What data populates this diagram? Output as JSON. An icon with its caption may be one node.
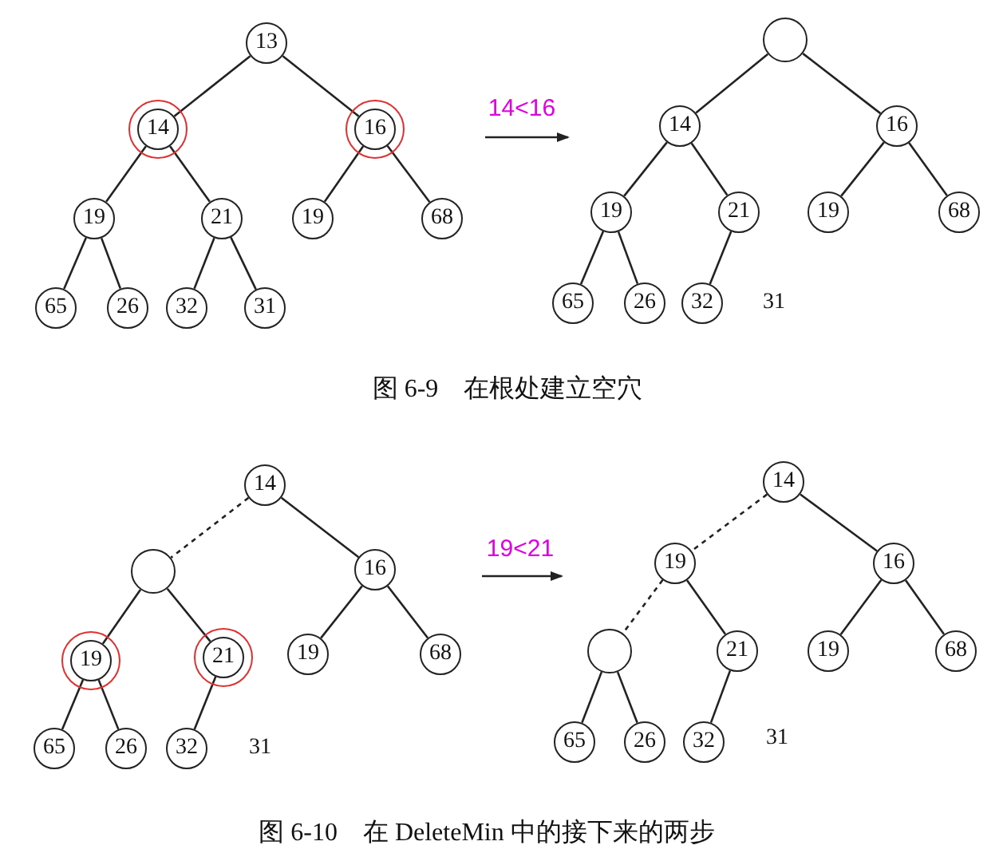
{
  "diagram": {
    "nodes": [
      {
        "text": [
          "13"
        ]
      },
      {
        "text": [
          "14"
        ]
      },
      {
        "text": [
          "16"
        ]
      },
      {
        "text": [
          "19"
        ]
      },
      {
        "text": [
          "21"
        ]
      },
      {
        "text": [
          "19"
        ]
      },
      {
        "text": [
          "68"
        ]
      },
      {
        "text": [
          "65"
        ]
      },
      {
        "text": [
          "26"
        ]
      },
      {
        "text": [
          "32"
        ]
      },
      {
        "text": [
          "31"
        ]
      },
      {
        "text": [],
        "shape": "circle"
      },
      {
        "text": [
          "14"
        ]
      },
      {
        "text": [
          "16"
        ]
      },
      {
        "text": [
          "19"
        ]
      },
      {
        "text": [
          "21"
        ]
      },
      {
        "text": [
          "19"
        ]
      },
      {
        "text": [
          "68"
        ]
      },
      {
        "text": [
          "65"
        ]
      },
      {
        "text": [
          "26"
        ]
      },
      {
        "text": [
          "32"
        ]
      },
      {
        "text": [
          "14"
        ]
      },
      {
        "text": [],
        "shape": "circle"
      },
      {
        "text": [
          "16"
        ]
      },
      {
        "text": [
          "19"
        ]
      },
      {
        "text": [
          "21"
        ]
      },
      {
        "text": [
          "19"
        ]
      },
      {
        "text": [
          "68"
        ]
      },
      {
        "text": [
          "65"
        ]
      },
      {
        "text": [
          "26"
        ]
      },
      {
        "text": [
          "32"
        ]
      },
      {
        "text": [
          "14"
        ]
      },
      {
        "text": [
          "19"
        ]
      },
      {
        "text": [
          "16"
        ]
      },
      {
        "text": [],
        "shape": "circle"
      },
      {
        "text": [
          "21"
        ]
      },
      {
        "text": [
          "19"
        ]
      },
      {
        "text": [
          "68"
        ]
      },
      {
        "text": [
          "65"
        ]
      },
      {
        "text": [
          "26"
        ]
      },
      {
        "text": [
          "32"
        ]
      }
    ],
    "edges": [
      {
        "from": 0,
        "to": 1,
        "arrow": "none"
      },
      {
        "from": 0,
        "to": 2,
        "arrow": "none"
      },
      {
        "from": 1,
        "to": 3,
        "arrow": "none"
      },
      {
        "from": 1,
        "to": 4,
        "arrow": "none"
      },
      {
        "from": 2,
        "to": 5,
        "arrow": "none"
      },
      {
        "from": 2,
        "to": 6,
        "arrow": "none"
      },
      {
        "from": 3,
        "to": 7,
        "arrow": "none"
      },
      {
        "from": 3,
        "to": 8,
        "arrow": "none"
      },
      {
        "from": 4,
        "to": 9,
        "arrow": "none"
      },
      {
        "from": 4,
        "to": 10,
        "arrow": "none"
      },
      {
        "from": 11,
        "to": 12,
        "arrow": "none"
      },
      {
        "from": 11,
        "to": 13,
        "arrow": "none"
      },
      {
        "from": 12,
        "to": 14,
        "arrow": "none"
      },
      {
        "from": 12,
        "to": 15,
        "arrow": "none"
      },
      {
        "from": 13,
        "to": 16,
        "arrow": "none"
      },
      {
        "from": 13,
        "to": 17,
        "arrow": "none"
      },
      {
        "from": 14,
        "to": 18,
        "arrow": "none"
      },
      {
        "from": 14,
        "to": 19,
        "arrow": "none"
      },
      {
        "from": 15,
        "to": 20,
        "arrow": "none"
      },
      {
        "from": 21,
        "to": 22,
        "arrow": "none",
        "style": "dashed"
      },
      {
        "from": 21,
        "to": 23,
        "arrow": "none"
      },
      {
        "from": 22,
        "to": 24,
        "arrow": "none"
      },
      {
        "from": 22,
        "to": 25,
        "arrow": "none"
      },
      {
        "from": 23,
        "to": 26,
        "arrow": "none"
      },
      {
        "from": 23,
        "to": 27,
        "arrow": "none"
      },
      {
        "from": 24,
        "to": 28,
        "arrow": "none"
      },
      {
        "from": 24,
        "to": 29,
        "arrow": "none"
      },
      {
        "from": 25,
        "to": 30,
        "arrow": "none"
      },
      {
        "from": 31,
        "to": 32,
        "arrow": "none",
        "style": "dashed"
      },
      {
        "from": 31,
        "to": 33,
        "arrow": "none"
      },
      {
        "from": 32,
        "to": 34,
        "arrow": "none",
        "style": "dashed"
      },
      {
        "from": 32,
        "to": 35,
        "arrow": "none"
      },
      {
        "from": 33,
        "to": 36,
        "arrow": "none"
      },
      {
        "from": 33,
        "to": 37,
        "arrow": "none"
      },
      {
        "from": 34,
        "to": 38,
        "arrow": "none"
      },
      {
        "from": 34,
        "to": 39,
        "arrow": "none"
      },
      {
        "from": 35,
        "to": 40,
        "arrow": "none"
      }
    ],
    "labels": [
      "14<16",
      "31",
      "图 6-9　在根处建立空穴",
      "19<21",
      "31",
      "31",
      "图 6-10　在 DeleteMin 中的接下来的两步"
    ]
  }
}
